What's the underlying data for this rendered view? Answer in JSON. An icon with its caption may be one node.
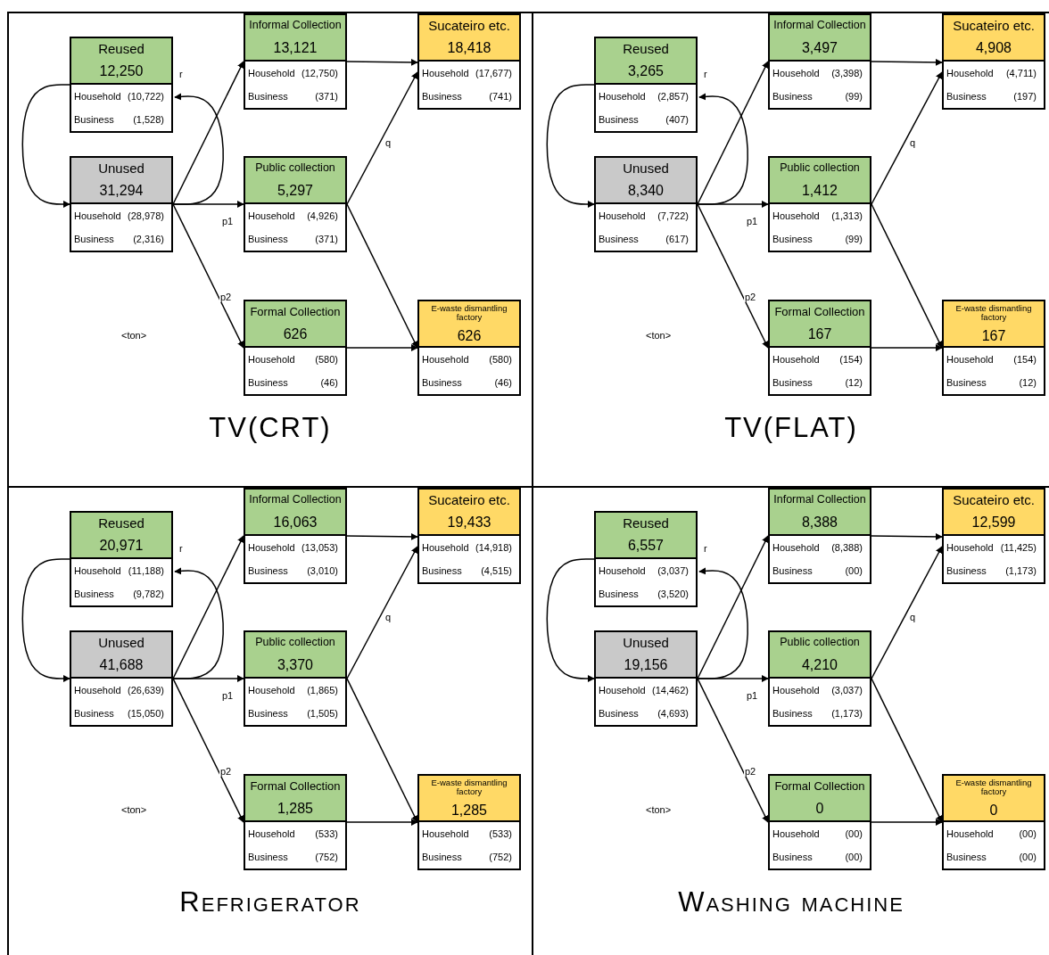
{
  "diagram": {
    "nodes": [
      {
        "text": [
          "TV(CRT)"
        ]
      },
      {
        "text": [
          "Reused",
          "12,250",
          "Household",
          "(10,722)",
          "Business",
          "(1,528)"
        ],
        "in": 0
      },
      {
        "text": [
          "Unused",
          "31,294",
          "Household",
          "(28,978)",
          "Business",
          "(2,316)"
        ],
        "in": 0
      },
      {
        "text": [
          "Informal Collection",
          "13,121",
          "Household",
          "(12,750)",
          "Business",
          "(371)"
        ],
        "in": 0
      },
      {
        "text": [
          "Public collection",
          "5,297",
          "Household",
          "(4,926)",
          "Business",
          "(371)"
        ],
        "in": 0
      },
      {
        "text": [
          "Formal Collection",
          "626",
          "Household",
          "(580)",
          "Business",
          "(46)"
        ],
        "in": 0
      },
      {
        "text": [
          "Sucateiro etc.",
          "18,418",
          "Household",
          "(17,677)",
          "Business",
          "(741)"
        ],
        "in": 0
      },
      {
        "text": [
          "E-waste dismantling factory",
          "626",
          "Household",
          "(580)",
          "Business",
          "(46)"
        ],
        "in": 0
      },
      {
        "text": [
          "TV(FLAT)"
        ]
      },
      {
        "text": [
          "Reused",
          "3,265",
          "Household",
          "(2,857)",
          "Business",
          "(407)"
        ],
        "in": 8
      },
      {
        "text": [
          "Unused",
          "8,340",
          "Household",
          "(7,722)",
          "Business",
          "(617)"
        ],
        "in": 8
      },
      {
        "text": [
          "Informal Collection",
          "3,497",
          "Household",
          "(3,398)",
          "Business",
          "(99)"
        ],
        "in": 8
      },
      {
        "text": [
          "Public collection",
          "1,412",
          "Household",
          "(1,313)",
          "Business",
          "(99)"
        ],
        "in": 8
      },
      {
        "text": [
          "Formal Collection",
          "167",
          "Household",
          "(154)",
          "Business",
          "(12)"
        ],
        "in": 8
      },
      {
        "text": [
          "Sucateiro etc.",
          "4,908",
          "Household",
          "(4,711)",
          "Business",
          "(197)"
        ],
        "in": 8
      },
      {
        "text": [
          "E-waste dismantling factory",
          "167",
          "Household",
          "(154)",
          "Business",
          "(12)"
        ],
        "in": 8
      },
      {
        "text": [
          "Refrigerator"
        ]
      },
      {
        "text": [
          "Reused",
          "20,971",
          "Household",
          "(11,188)",
          "Business",
          "(9,782)"
        ],
        "in": 16
      },
      {
        "text": [
          "Unused",
          "41,688",
          "Household",
          "(26,639)",
          "Business",
          "(15,050)"
        ],
        "in": 16
      },
      {
        "text": [
          "Informal Collection",
          "16,063",
          "Household",
          "(13,053)",
          "Business",
          "(3,010)"
        ],
        "in": 16
      },
      {
        "text": [
          "Public collection",
          "3,370",
          "Household",
          "(1,865)",
          "Business",
          "(1,505)"
        ],
        "in": 16
      },
      {
        "text": [
          "Formal Collection",
          "1,285",
          "Household",
          "(533)",
          "Business",
          "(752)"
        ],
        "in": 16
      },
      {
        "text": [
          "Sucateiro etc.",
          "19,433",
          "Household",
          "(14,918)",
          "Business",
          "(4,515)"
        ],
        "in": 16
      },
      {
        "text": [
          "E-waste dismantling factory",
          "1,285",
          "Household",
          "(533)",
          "Business",
          "(752)"
        ],
        "in": 16
      },
      {
        "text": [
          "Washing machine"
        ]
      },
      {
        "text": [
          "Reused",
          "6,557",
          "Household",
          "(3,037)",
          "Business",
          "(3,520)"
        ],
        "in": 24
      },
      {
        "text": [
          "Unused",
          "19,156",
          "Household",
          "(14,462)",
          "Business",
          "(4,693)"
        ],
        "in": 24
      },
      {
        "text": [
          "Informal Collection",
          "8,388",
          "Household",
          "(8,388)",
          "Business",
          "(00)"
        ],
        "in": 24
      },
      {
        "text": [
          "Public collection",
          "4,210",
          "Household",
          "(3,037)",
          "Business",
          "(1,173)"
        ],
        "in": 24
      },
      {
        "text": [
          "Formal Collection",
          "0",
          "Household",
          "(00)",
          "Business",
          "(00)"
        ],
        "in": 24
      },
      {
        "text": [
          "Sucateiro etc.",
          "12,599",
          "Household",
          "(11,425)",
          "Business",
          "(1,173)"
        ],
        "in": 24
      },
      {
        "text": [
          "E-waste dismantling factory",
          "0",
          "Household",
          "(00)",
          "Business",
          "(00)"
        ],
        "in": 24
      }
    ],
    "edges": [
      {
        "from": 1,
        "to": 2,
        "arrow": "to"
      },
      {
        "from": 2,
        "to": 1,
        "arrow": "to",
        "label": "r"
      },
      {
        "from": 2,
        "to": 3,
        "arrow": "to"
      },
      {
        "from": 2,
        "to": 4,
        "arrow": "to",
        "label": "p1"
      },
      {
        "from": 2,
        "to": 5,
        "arrow": "to",
        "label": "p2"
      },
      {
        "from": 3,
        "to": 6,
        "arrow": "to"
      },
      {
        "from": 4,
        "to": 6,
        "arrow": "to",
        "label": "q"
      },
      {
        "from": 4,
        "to": 7,
        "arrow": "to"
      },
      {
        "from": 5,
        "to": 7,
        "arrow": "to"
      },
      {
        "from": 9,
        "to": 10,
        "arrow": "to"
      },
      {
        "from": 10,
        "to": 9,
        "arrow": "to",
        "label": "r"
      },
      {
        "from": 10,
        "to": 11,
        "arrow": "to"
      },
      {
        "from": 10,
        "to": 12,
        "arrow": "to",
        "label": "p1"
      },
      {
        "from": 10,
        "to": 13,
        "arrow": "to",
        "label": "p2"
      },
      {
        "from": 11,
        "to": 14,
        "arrow": "to"
      },
      {
        "from": 12,
        "to": 14,
        "arrow": "to",
        "label": "q"
      },
      {
        "from": 12,
        "to": 15,
        "arrow": "to"
      },
      {
        "from": 13,
        "to": 15,
        "arrow": "to"
      },
      {
        "from": 17,
        "to": 18,
        "arrow": "to"
      },
      {
        "from": 18,
        "to": 17,
        "arrow": "to",
        "label": "r"
      },
      {
        "from": 18,
        "to": 19,
        "arrow": "to"
      },
      {
        "from": 18,
        "to": 20,
        "arrow": "to",
        "label": "p1"
      },
      {
        "from": 18,
        "to": 21,
        "arrow": "to",
        "label": "p2"
      },
      {
        "from": 19,
        "to": 22,
        "arrow": "to"
      },
      {
        "from": 20,
        "to": 22,
        "arrow": "to",
        "label": "q"
      },
      {
        "from": 20,
        "to": 23,
        "arrow": "to"
      },
      {
        "from": 21,
        "to": 23,
        "arrow": "to"
      },
      {
        "from": 25,
        "to": 26,
        "arrow": "to"
      },
      {
        "from": 26,
        "to": 25,
        "arrow": "to",
        "label": "r"
      },
      {
        "from": 26,
        "to": 27,
        "arrow": "to"
      },
      {
        "from": 26,
        "to": 28,
        "arrow": "to",
        "label": "p1"
      },
      {
        "from": 26,
        "to": 29,
        "arrow": "to",
        "label": "p2"
      },
      {
        "from": 27,
        "to": 30,
        "arrow": "to"
      },
      {
        "from": 28,
        "to": 30,
        "arrow": "to",
        "label": "q"
      },
      {
        "from": 28,
        "to": 31,
        "arrow": "to"
      },
      {
        "from": 29,
        "to": 31,
        "arrow": "to"
      }
    ],
    "labels": [
      "<ton>",
      "<ton>",
      "<ton>",
      "<ton>"
    ]
  }
}
